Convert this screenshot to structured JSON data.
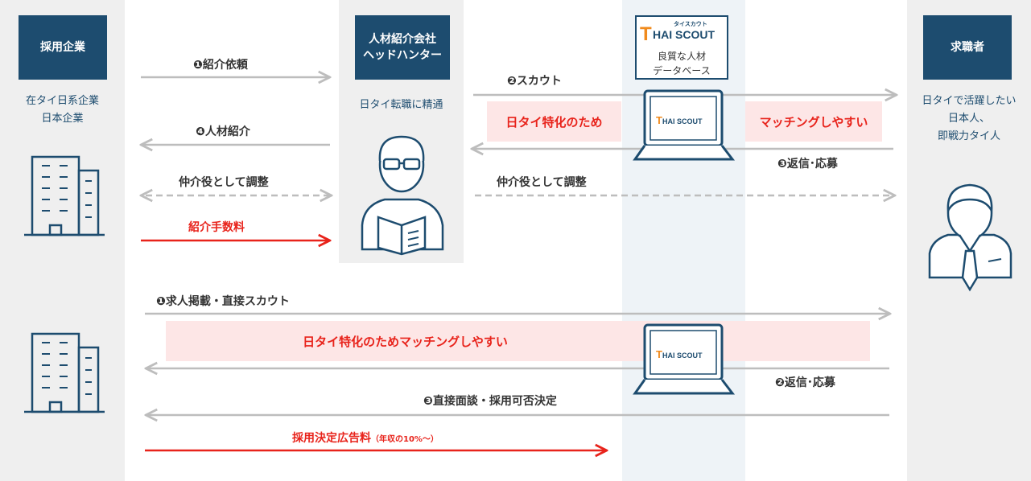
{
  "companies": {
    "box_label": "採用企業",
    "sub_lines": [
      "在タイ日系企業",
      "日本企業"
    ]
  },
  "agency": {
    "box_lines": [
      "人材紹介会社",
      "ヘッドハンター"
    ],
    "sub": "日タイ転職に精通"
  },
  "database": {
    "logo_small": "タイスカウト",
    "logo_text": "HAI SCOUT",
    "logo_t": "T",
    "lines": [
      "良質な人材",
      "データベース"
    ]
  },
  "seekers": {
    "box_label": "求職者",
    "sub_lines": [
      "日タイで活躍したい",
      "日本人、",
      "即戦力タイ人"
    ]
  },
  "top_flow": {
    "step1": "❶紹介依頼",
    "step2": "❷スカウト",
    "step3": "❸返信･応募",
    "step4": "❹人材紹介",
    "mediate_left": "仲介役として調整",
    "mediate_right": "仲介役として調整",
    "fee": "紹介手数料",
    "band_left": "日タイ特化のため",
    "band_right": "マッチングしやすい"
  },
  "bottom_flow": {
    "step1": "❶求人掲載・直接スカウト",
    "step2": "❷返信･応募",
    "step3": "❸直接面談・採用可否決定",
    "band": "日タイ特化のためマッチングしやすい",
    "fee": "採用決定広告料",
    "fee_note": "（年収の10%〜）"
  },
  "colors": {
    "navy": "#1d4c6f",
    "red": "#e8231b",
    "pink": "#fde6e6",
    "gray_column": "#efefef",
    "blue_column": "#eef3f7",
    "arrow_gray": "#bdbdbd"
  }
}
